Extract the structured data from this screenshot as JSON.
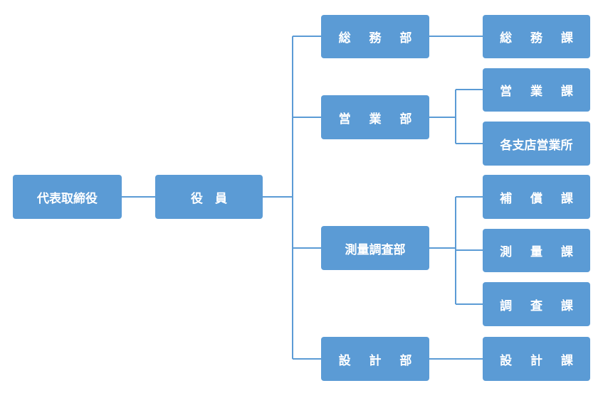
{
  "org_chart": {
    "ceo": "代表取締役",
    "officers": "役　員",
    "departments": [
      {
        "label": "総 務 部",
        "sections": [
          "総 務 課"
        ]
      },
      {
        "label": "営 業 部",
        "sections": [
          "営 業 課",
          "各支店営業所"
        ]
      },
      {
        "label": "測量調査部",
        "sections": [
          "補 償 課",
          "測 量 課",
          "調 査 課"
        ]
      },
      {
        "label": "設 計 部",
        "sections": [
          "設 計 課"
        ]
      }
    ]
  },
  "colors": {
    "box": "#5b9bd5",
    "line": "#5b9bd5",
    "text": "#ffffff"
  }
}
